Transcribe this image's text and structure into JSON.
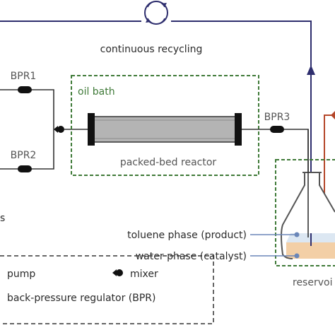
{
  "labels": {
    "continuous_recycling": "continuous recycling",
    "bpr1": "BPR1",
    "bpr2": "BPR2",
    "bpr3": "BPR3",
    "oil_bath": "oil bath",
    "packed_bed_reactor": "packed-bed reactor",
    "toluene_phase": "toluene phase (product)",
    "water_phase": "water phase (catalyst)",
    "reservoir": "reservoi",
    "left_partial": "s"
  },
  "legend": {
    "pump": "pump",
    "mixer": "mixer",
    "bpr": "back-pressure regulator (BPR)"
  },
  "colors": {
    "recycle_line": "#2e2e6e",
    "oil_bath_border": "#3f7a38",
    "reservoir_border": "#3f7a38",
    "product_line": "#b5472a",
    "toluene_fill": "#dce7f2",
    "water_fill": "#f3cfa6",
    "tube": "#333333",
    "reactor_body": "#b4b4b4",
    "marker": "#6a86b8"
  },
  "icons": {
    "recycle": "recycle-circle-icon",
    "mixer": "mixer-icon",
    "bpr": "bpr-icon",
    "flask": "erlenmeyer-flask-icon"
  }
}
